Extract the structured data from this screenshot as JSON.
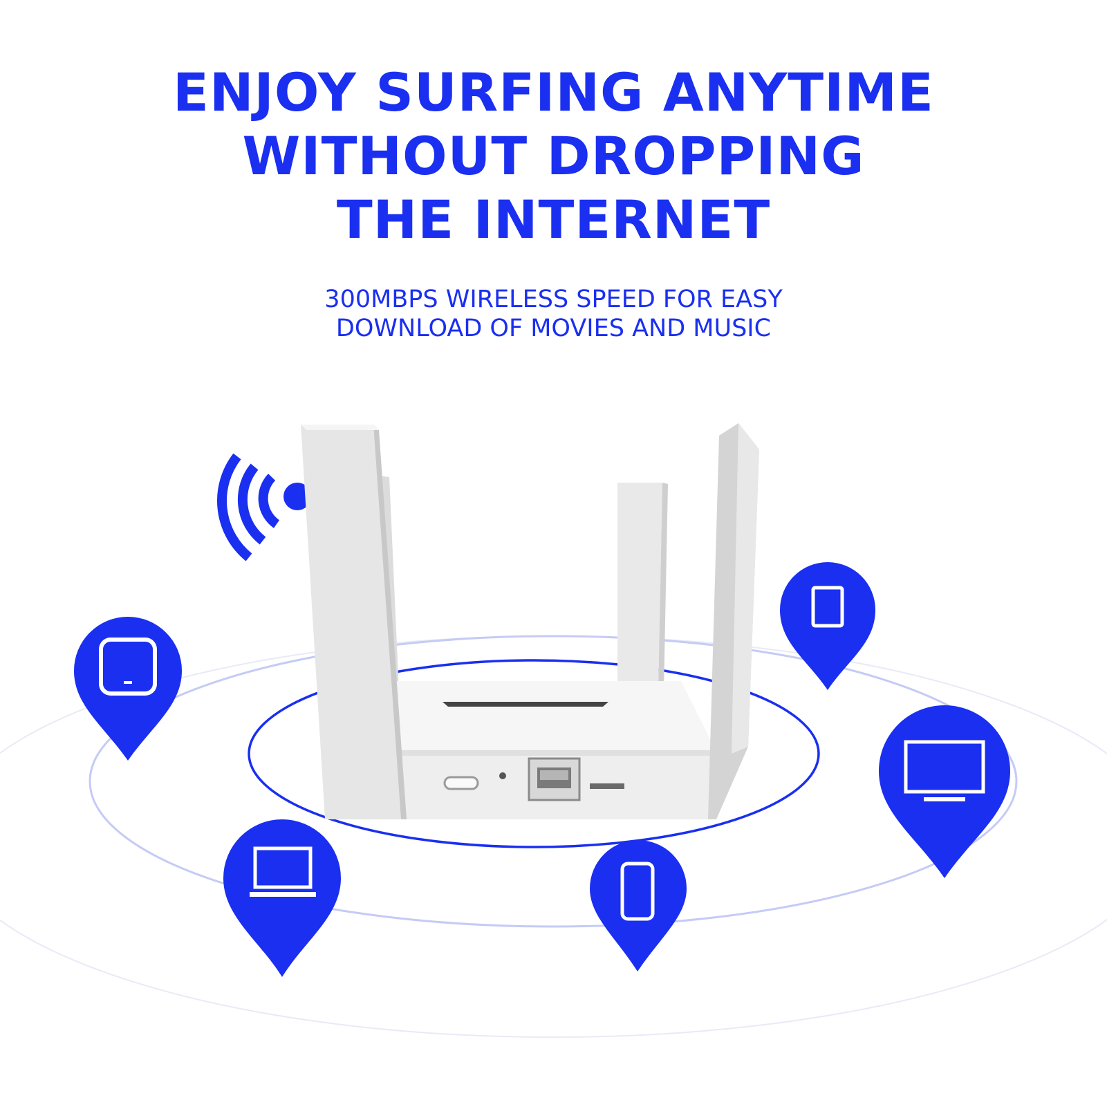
{
  "headline": {
    "line1": "ENJOY SURFING ANYTIME",
    "line2": "WITHOUT DROPPING",
    "line3": "THE INTERNET"
  },
  "subheadline": {
    "line1": "300MBPS WIRELESS SPEED FOR EASY",
    "line2": "DOWNLOAD OF MOVIES AND MUSIC"
  },
  "colors": {
    "accent": "#1a2ff0",
    "ring": "#c5cbf5",
    "router_body": "#f2f2f2"
  },
  "icons": [
    "wifi-signal-icon",
    "smart-speaker-pin-icon",
    "tablet-pin-icon",
    "laptop-pin-icon",
    "smartphone-pin-icon",
    "tv-monitor-pin-icon",
    "router-image"
  ]
}
